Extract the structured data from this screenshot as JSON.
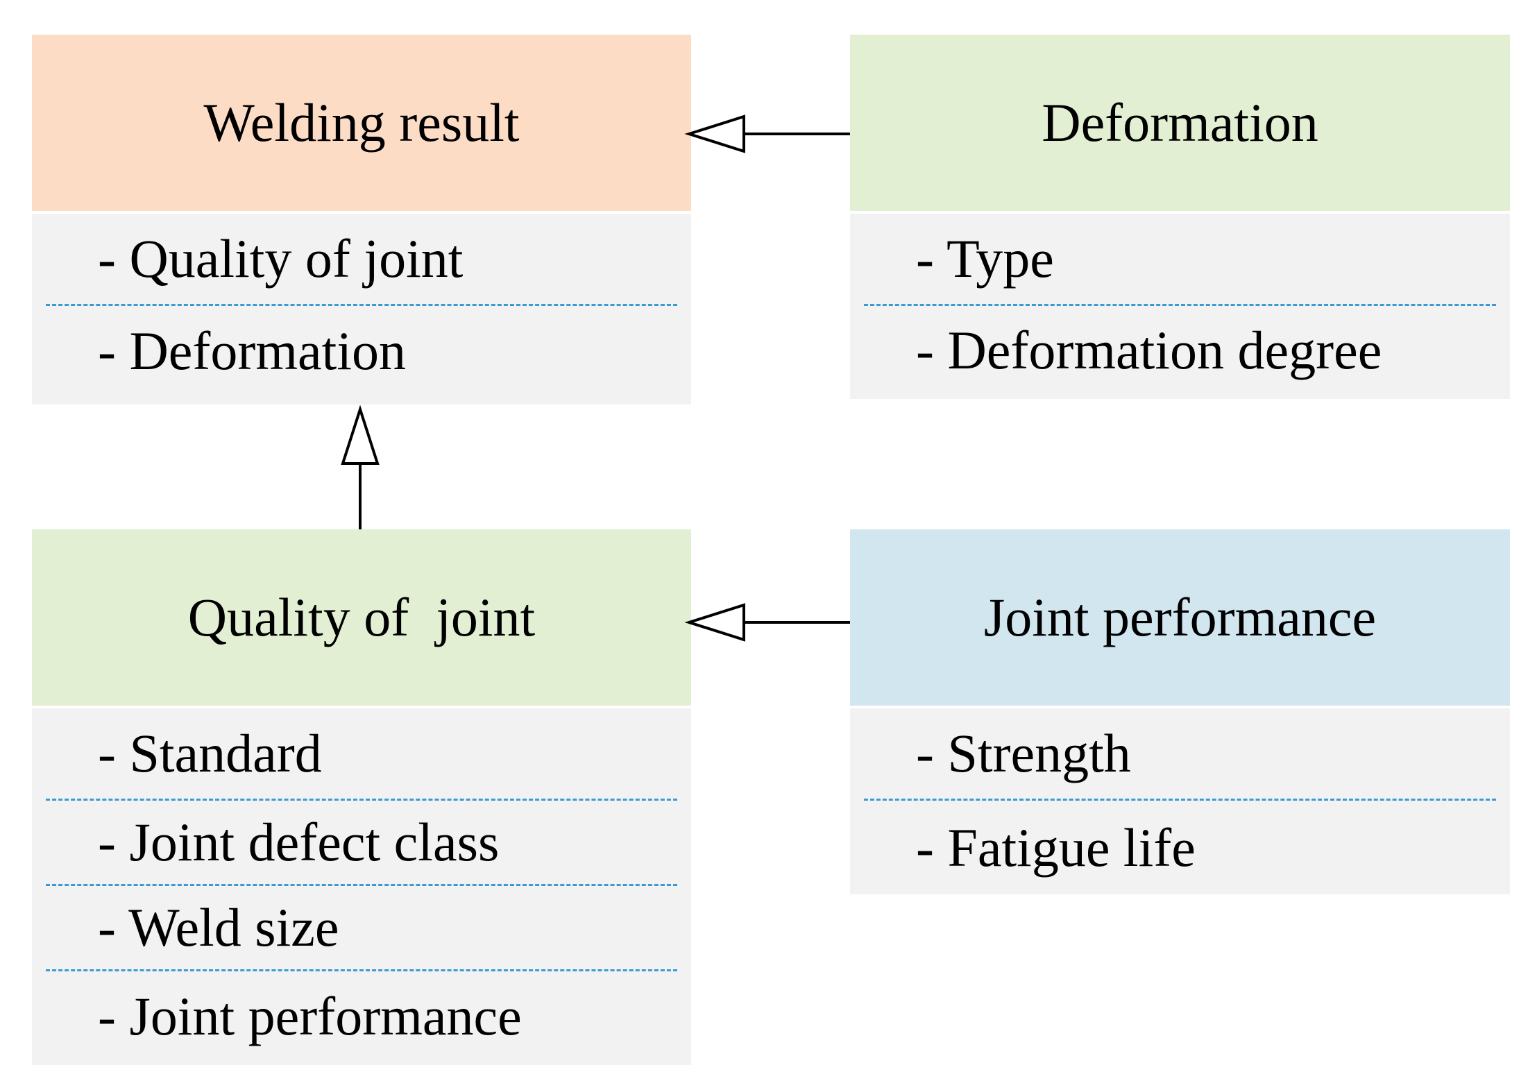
{
  "colors": {
    "welding_header": "#fddcc6",
    "deformation_header": "#e3efd3",
    "quality_header": "#e3efd3",
    "performance_header": "#d1e6ef",
    "body": "#f2f2f2",
    "separator": "#3a9ad3"
  },
  "welding_result": {
    "title": "Welding result",
    "attributes": [
      "- Quality of joint",
      "- Deformation"
    ]
  },
  "deformation": {
    "title": "Deformation",
    "attributes": [
      "- Type",
      "- Deformation degree"
    ]
  },
  "quality_of_joint": {
    "title": "Quality of  joint",
    "attributes": [
      "- Standard",
      "- Joint defect class",
      "- Weld size",
      "- Joint performance"
    ]
  },
  "joint_performance": {
    "title": "Joint performance",
    "attributes": [
      "- Strength",
      "- Fatigue life"
    ]
  },
  "relations": [
    {
      "from": "deformation",
      "to": "welding_result",
      "type": "generalization"
    },
    {
      "from": "quality_of_joint",
      "to": "welding_result",
      "type": "generalization"
    },
    {
      "from": "joint_performance",
      "to": "quality_of_joint",
      "type": "generalization"
    }
  ]
}
